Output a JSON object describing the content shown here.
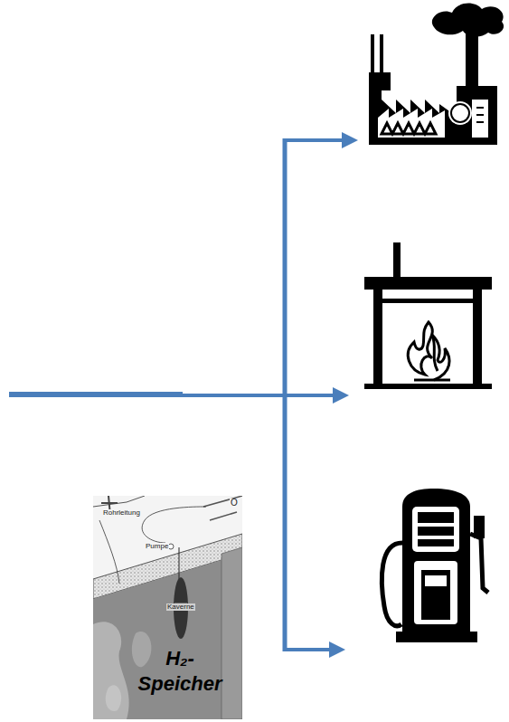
{
  "diagram": {
    "nodes": [
      {
        "text": [
          "H₂- Speicher"
        ]
      }
    ],
    "labels": [
      "Rohrleitung",
      "Pumpe",
      "Kaverne",
      "O"
    ]
  }
}
